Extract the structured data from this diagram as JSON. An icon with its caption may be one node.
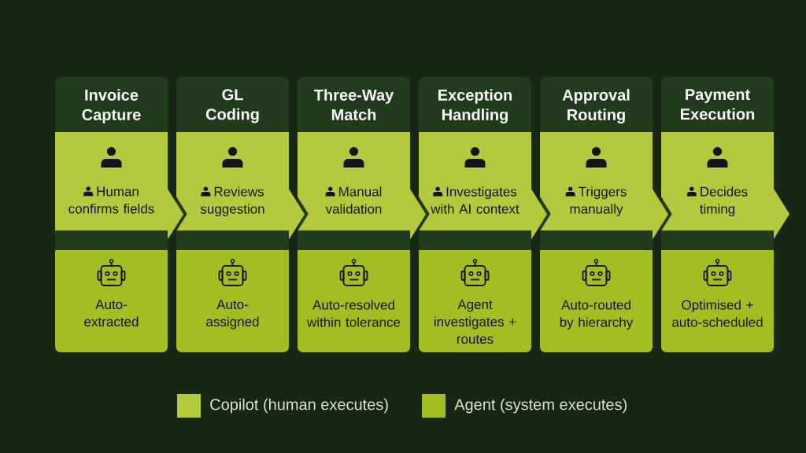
{
  "diagram": {
    "nodes": [
      {
        "text": [
          "Invoice Capture"
        ]
      },
      {
        "text": [
          "Human confirms fields"
        ],
        "in": 0
      },
      {
        "text": [
          "Auto-extracted"
        ],
        "in": 0
      },
      {
        "text": [
          "GL Coding"
        ]
      },
      {
        "text": [
          "Reviews suggestion"
        ],
        "in": 3
      },
      {
        "text": [
          "Auto-assigned"
        ],
        "in": 3
      },
      {
        "text": [
          "Three-Way Match"
        ]
      },
      {
        "text": [
          "Manual validation"
        ],
        "in": 6
      },
      {
        "text": [
          "Auto-resolved within tolerance"
        ],
        "in": 6
      },
      {
        "text": [
          "Exception Handling"
        ]
      },
      {
        "text": [
          "Investigates with AI context"
        ],
        "in": 9
      },
      {
        "text": [
          "Agent investigates + routes"
        ],
        "in": 9
      },
      {
        "text": [
          "Approval Routing"
        ]
      },
      {
        "text": [
          "Triggers manually"
        ],
        "in": 12
      },
      {
        "text": [
          "Auto-routed by hierarchy"
        ],
        "in": 12
      },
      {
        "text": [
          "Payment Execution"
        ]
      },
      {
        "text": [
          "Decides timing"
        ],
        "in": 15
      },
      {
        "text": [
          "Optimised + auto-scheduled"
        ],
        "in": 15
      }
    ],
    "edges": [
      {
        "from": 1,
        "to": 4,
        "arrow": "to"
      },
      {
        "from": 4,
        "to": 7,
        "arrow": "to"
      },
      {
        "from": 7,
        "to": 10,
        "arrow": "to"
      },
      {
        "from": 10,
        "to": 13,
        "arrow": "to"
      },
      {
        "from": 13,
        "to": 16,
        "arrow": "to"
      }
    ],
    "legend": [
      {
        "text": "Copilot (human executes)",
        "color": "#b5c93e"
      },
      {
        "text": "Agent (system executes)",
        "color": "#a3be22"
      }
    ]
  }
}
